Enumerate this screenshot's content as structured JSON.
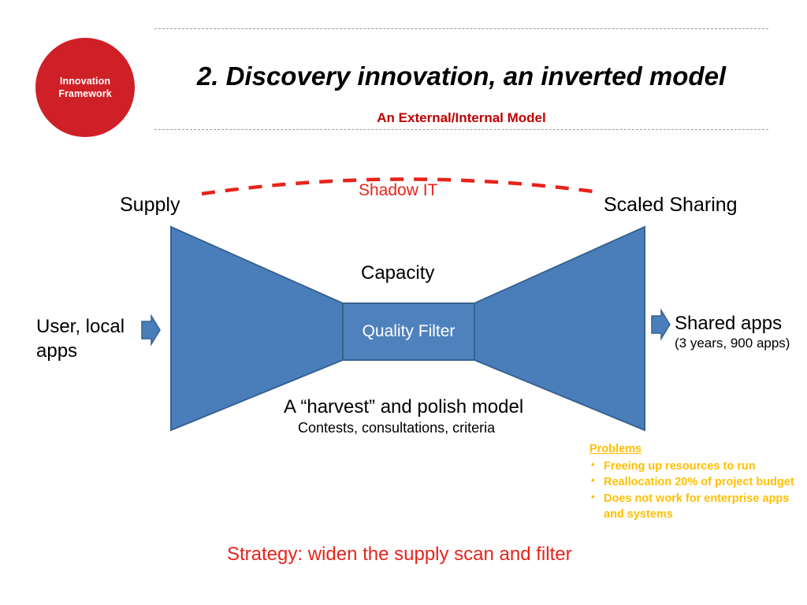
{
  "header": {
    "badge": {
      "line1": "Innovation",
      "line2": "Framework",
      "color": "#cf2027"
    },
    "title": "2. Discovery innovation, an inverted model",
    "subtitle": "An External/Internal Model",
    "subtitle_color": "#c00000"
  },
  "diagram": {
    "supply_label": "Supply",
    "scaled_sharing_label": "Scaled Sharing",
    "shadow_it_label": "Shadow IT",
    "shadow_it_color": "#e8231a",
    "capacity_label": "Capacity",
    "quality_filter_label": "Quality Filter",
    "input_label": "User, local apps",
    "output_label": "Shared apps",
    "output_sublabel": "(3 years, 900 apps)",
    "harvest_label": "A “harvest” and polish model",
    "harvest_sublabel": "Contests, consultations, criteria",
    "funnel_color": "#4a7ebb",
    "funnel_stroke": "#37628f",
    "filter_color": "#4f82bd",
    "arrow_color": "#4a7ebb"
  },
  "problems": {
    "title": "Problems",
    "color": "#ffc000",
    "items": [
      "Freeing up resources to run",
      "Reallocation 20% of project budget",
      "Does not work for enterprise apps and systems"
    ]
  },
  "footer": {
    "strategy": "Strategy: widen the supply scan and filter",
    "strategy_color": "#e8231a"
  }
}
